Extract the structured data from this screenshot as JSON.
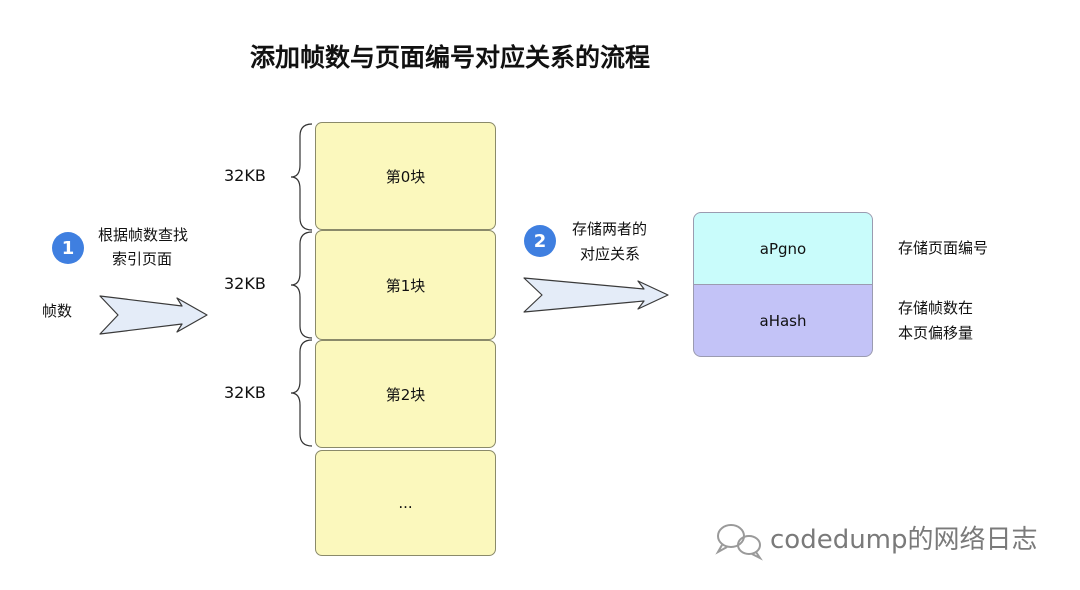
{
  "title": "添加帧数与页面编号对应关系的流程",
  "step1": {
    "number": "1",
    "label_line1": "根据帧数查找",
    "label_line2": "索引页面"
  },
  "input_label": "帧数",
  "blocks": [
    {
      "label": "第0块",
      "size": "32KB"
    },
    {
      "label": "第1块",
      "size": "32KB"
    },
    {
      "label": "第2块",
      "size": "32KB"
    },
    {
      "label": "..."
    }
  ],
  "step2": {
    "number": "2",
    "label_line1": "存储两者的",
    "label_line2": "对应关系"
  },
  "entries": [
    {
      "label": "aPgno",
      "desc_line1": "存储页面编号",
      "color": "#c9fcfb"
    },
    {
      "label": "aHash",
      "desc_line1": "存储帧数在",
      "desc_line2": "本页偏移量",
      "color": "#c3c3f7"
    }
  ],
  "watermark": "codedump的网络日志",
  "colors": {
    "block_fill": "#fbf8bd",
    "badge_blue": "#3f7fe0",
    "arrow_fill": "#e4ecf8"
  }
}
